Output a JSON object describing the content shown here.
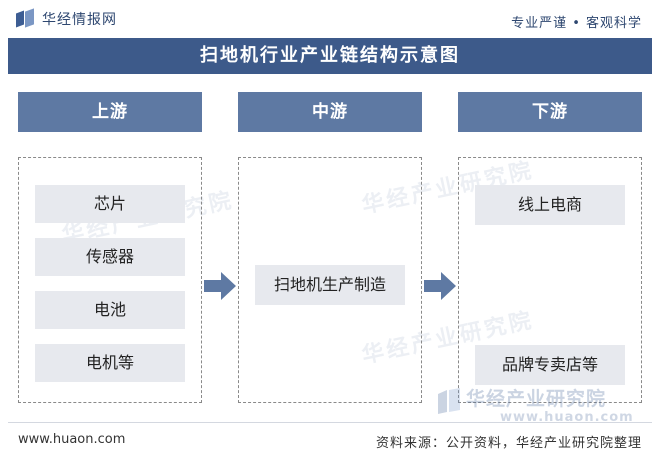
{
  "header": {
    "brand": "华经情报网",
    "slogan": "专业严谨 • 客观科学"
  },
  "title": "扫地机行业产业链结构示意图",
  "stages": {
    "upstream": {
      "label": "上游",
      "items": [
        "芯片",
        "传感器",
        "电池",
        "电机等"
      ]
    },
    "midstream": {
      "label": "中游",
      "items": [
        "扫地机生产制造"
      ]
    },
    "downstream": {
      "label": "下游",
      "items": [
        "线上电商",
        "品牌专卖店等"
      ]
    }
  },
  "watermark": {
    "name": "华经产业研究院",
    "url": "www.huaon.com"
  },
  "footer": {
    "website": "www.huaon.com",
    "source": "资料来源：公开资料，华经产业研究院整理"
  },
  "colors": {
    "title_bar": "#3d5a8a",
    "stage_header": "#5e79a3",
    "item_bg": "#e7e9ee",
    "arrow": "#5e79a3"
  }
}
